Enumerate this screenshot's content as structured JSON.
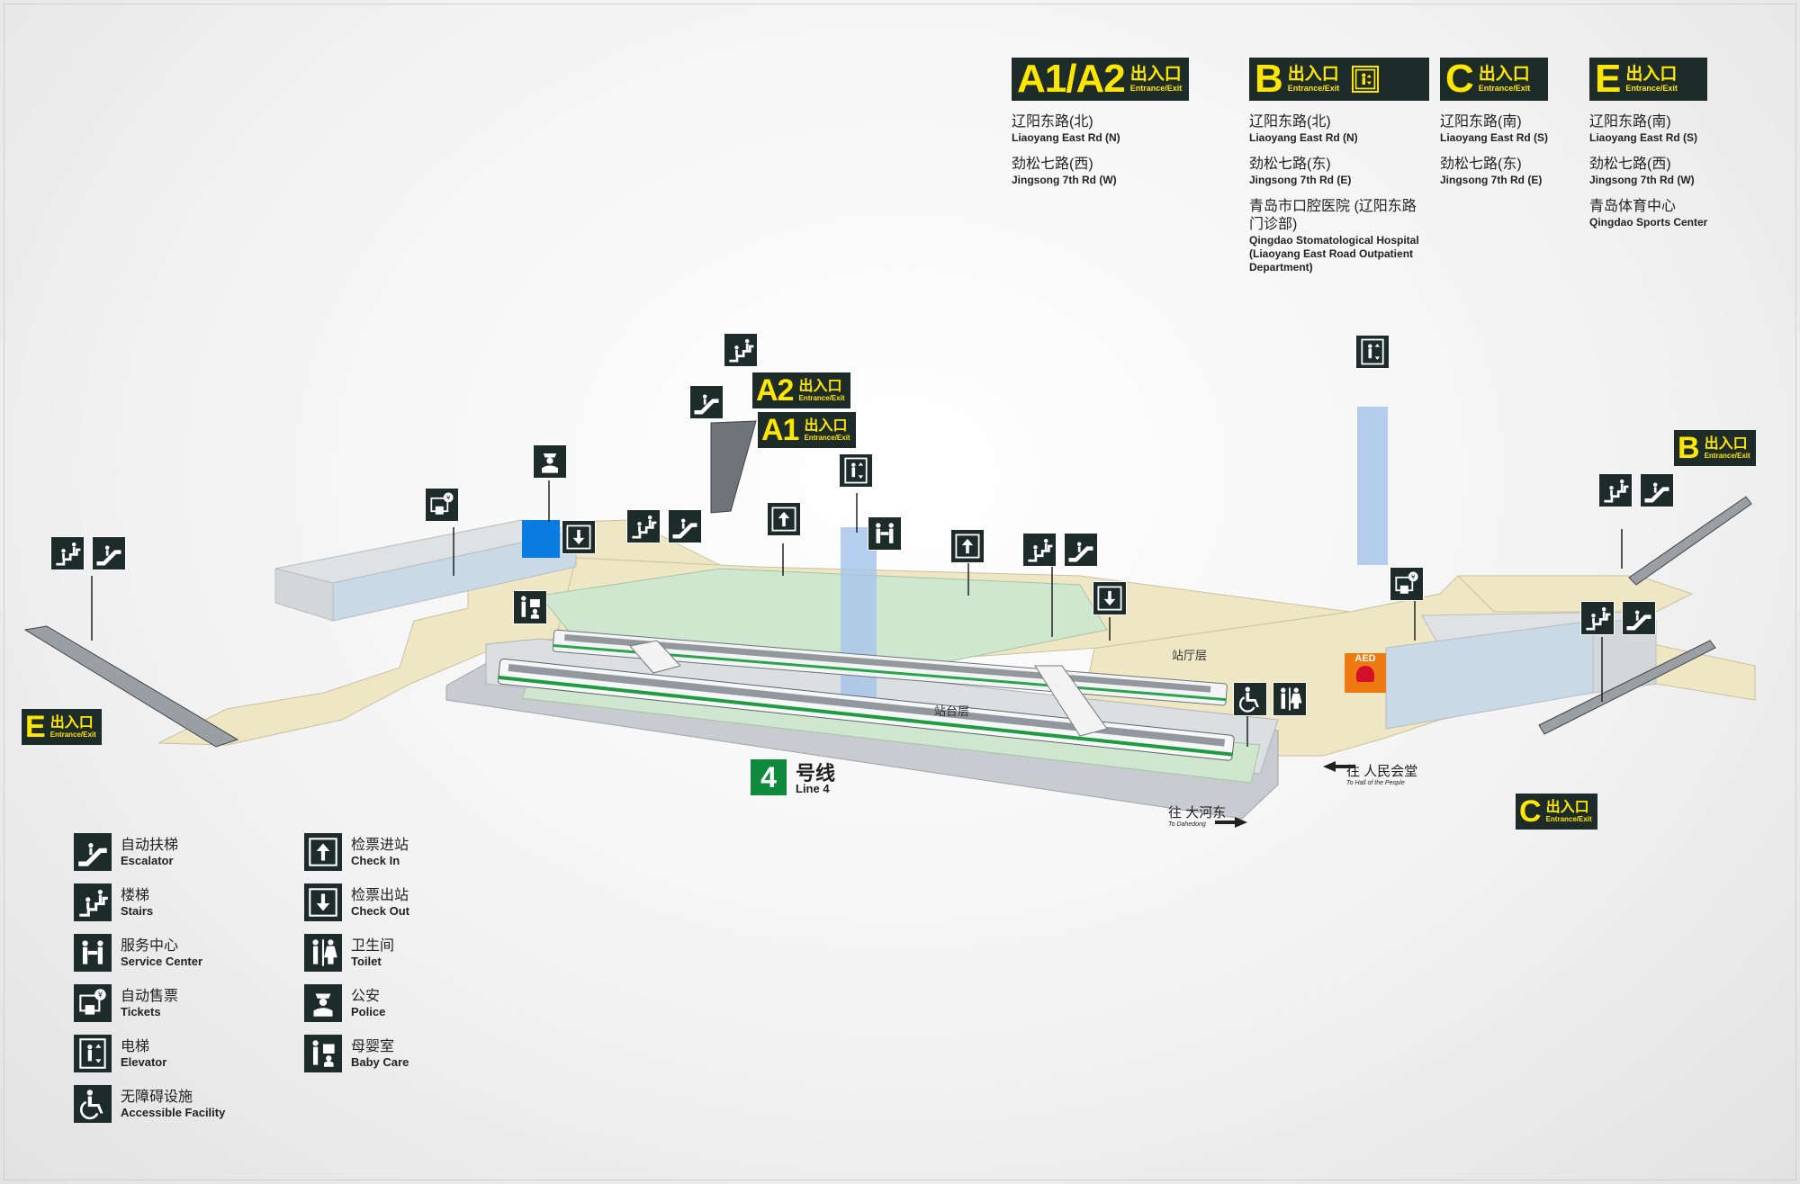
{
  "exits_header": [
    {
      "letter": "A1/A2",
      "cn": "出入口",
      "en": "Entrance/Exit",
      "has_elevator": false,
      "destinations": [
        {
          "cn": "辽阳东路(北)",
          "en": "Liaoyang East Rd (N)"
        },
        {
          "cn": "劲松七路(西)",
          "en": "Jingsong 7th Rd (W)"
        }
      ]
    },
    {
      "letter": "B",
      "cn": "出入口",
      "en": "Entrance/Exit",
      "has_elevator": true,
      "destinations": [
        {
          "cn": "辽阳东路(北)",
          "en": "Liaoyang East Rd (N)"
        },
        {
          "cn": "劲松七路(东)",
          "en": "Jingsong 7th Rd (E)"
        },
        {
          "cn": "青岛市口腔医院 (辽阳东路门诊部)",
          "en": "Qingdao Stomatological Hospital (Liaoyang East Road Outpatient Department)"
        }
      ]
    },
    {
      "letter": "C",
      "cn": "出入口",
      "en": "Entrance/Exit",
      "has_elevator": false,
      "destinations": [
        {
          "cn": "辽阳东路(南)",
          "en": "Liaoyang East Rd (S)"
        },
        {
          "cn": "劲松七路(东)",
          "en": "Jingsong 7th Rd (E)"
        }
      ]
    },
    {
      "letter": "E",
      "cn": "出入口",
      "en": "Entrance/Exit",
      "has_elevator": false,
      "destinations": [
        {
          "cn": "辽阳东路(南)",
          "en": "Liaoyang East Rd (S)"
        },
        {
          "cn": "劲松七路(西)",
          "en": "Jingsong 7th Rd (W)"
        },
        {
          "cn": "青岛体育中心",
          "en": "Qingdao Sports Center"
        }
      ]
    }
  ],
  "map_signs": {
    "a2": {
      "letter": "A2",
      "cn": "出入口",
      "en": "Entrance/Exit"
    },
    "a1": {
      "letter": "A1",
      "cn": "出入口",
      "en": "Entrance/Exit"
    },
    "b": {
      "letter": "B",
      "cn": "出入口",
      "en": "Entrance/Exit"
    },
    "c": {
      "letter": "C",
      "cn": "出入口",
      "en": "Entrance/Exit"
    },
    "e": {
      "letter": "E",
      "cn": "出入口",
      "en": "Entrance/Exit"
    }
  },
  "labels": {
    "concourse": "站厅层",
    "platform": "站台层",
    "aed": "AED"
  },
  "line": {
    "number": "4",
    "cn": "号线",
    "en": "Line 4",
    "color": "#0f8a3c"
  },
  "directions": {
    "people_hall": {
      "cn": "往 人民会堂",
      "en": "To Hall of the People"
    },
    "dahedong": {
      "cn": "往 大河东",
      "en": "To Dahedong"
    }
  },
  "legend": [
    {
      "icon": "escalator-icon",
      "cn": "自动扶梯",
      "en": "Escalator"
    },
    {
      "icon": "stairs-icon",
      "cn": "楼梯",
      "en": "Stairs"
    },
    {
      "icon": "service-center-icon",
      "cn": "服务中心",
      "en": "Service Center"
    },
    {
      "icon": "tickets-icon",
      "cn": "自动售票",
      "en": "Tickets"
    },
    {
      "icon": "elevator-icon",
      "cn": "电梯",
      "en": "Elevator"
    },
    {
      "icon": "accessible-icon",
      "cn": "无障碍设施",
      "en": "Accessible Facility"
    },
    {
      "icon": "check-in-icon",
      "cn": "检票进站",
      "en": "Check In"
    },
    {
      "icon": "check-out-icon",
      "cn": "检票出站",
      "en": "Check Out"
    },
    {
      "icon": "toilet-icon",
      "cn": "卫生间",
      "en": "Toilet"
    },
    {
      "icon": "police-icon",
      "cn": "公安",
      "en": "Police"
    },
    {
      "icon": "baby-care-icon",
      "cn": "母婴室",
      "en": "Baby Care"
    }
  ],
  "colors": {
    "sign_bg": "#1d2b29",
    "sign_text": "#ffe600",
    "floor": "#efe7c4",
    "concourse_green": "#cfe6cf",
    "glass_blue": "#b6d4ee",
    "aed": "#ee7a12"
  }
}
